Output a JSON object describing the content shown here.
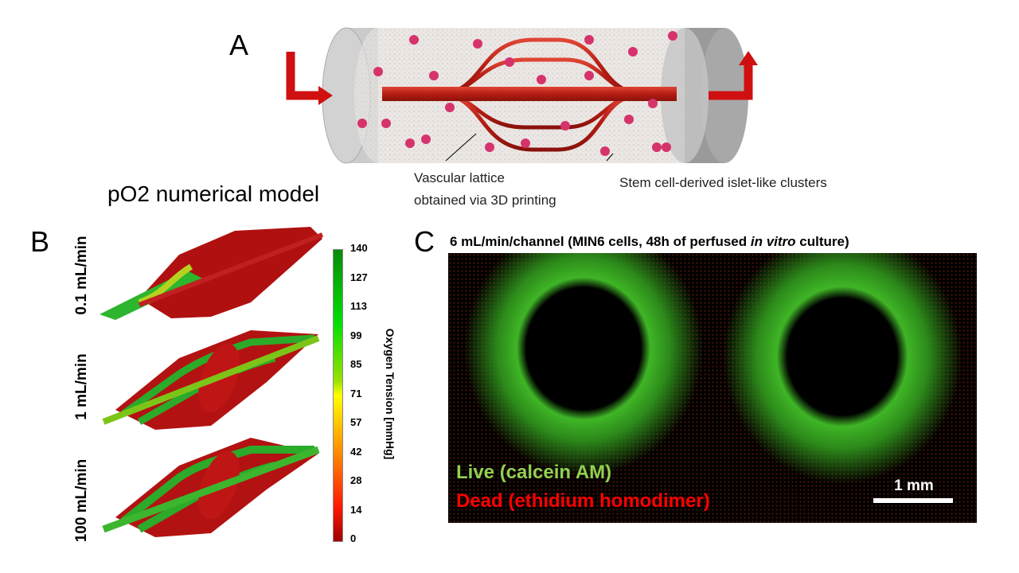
{
  "panel_a": {
    "letter": "A",
    "label_lattice_1": "Vascular lattice",
    "label_lattice_2": "obtained via 3D printing",
    "label_clusters": "Stem cell-derived islet-like clusters"
  },
  "panel_b": {
    "letter": "B",
    "title": "pO2 numerical model",
    "flow_rates": [
      "0.1 mL/min",
      "1 mL/min",
      "100 mL/min"
    ],
    "colorbar": {
      "title": "Oxygen Tension [mmHg]",
      "ticks": [
        "140",
        "127",
        "113",
        "99",
        "85",
        "71",
        "57",
        "42",
        "28",
        "14",
        "0"
      ],
      "range": [
        0,
        140
      ]
    }
  },
  "panel_c": {
    "letter": "C",
    "title_pre": "6 mL/min/channel (MIN6 cells, 48h of perfused ",
    "title_italic": "in vitro",
    "title_post": " culture)",
    "live_label": "Live (calcein AM)",
    "dead_label": "Dead (ethidium homodimer)",
    "scale_bar": "1 mm"
  },
  "colors": {
    "live": "#92d050",
    "dead": "#ff0000",
    "vessel": "#c0211a"
  }
}
